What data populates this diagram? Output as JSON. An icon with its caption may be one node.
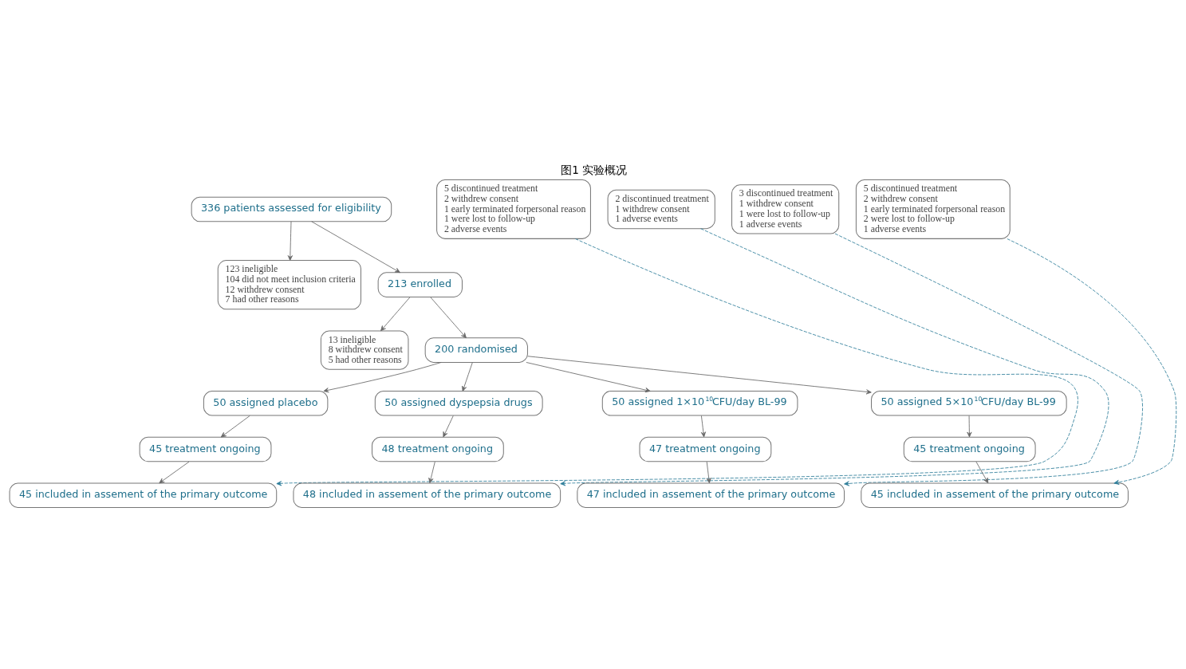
{
  "diagram": {
    "title": "图1 实验概况",
    "nodes": [
      {
        "text": [
          "336 patients assessed for eligibility"
        ]
      },
      {
        "text": [
          "123 ineligible",
          "104 did not meet inclusion criteria",
          "12 withdrew consent",
          "7 had other reasons"
        ]
      },
      {
        "text": [
          "213 enrolled"
        ]
      },
      {
        "text": [
          "13 ineligible",
          "8 withdrew consent",
          "5 had other reasons"
        ]
      },
      {
        "text": [
          "200 randomised"
        ]
      },
      {
        "text": [
          "50 assigned placebo"
        ]
      },
      {
        "text": [
          "50 assigned dyspepsia drugs"
        ]
      },
      {
        "text": [
          "50 assigned 1×10$^{10}$CFU/day BL-99"
        ]
      },
      {
        "text": [
          "50 assigned 5×10$^{10}$CFU/day BL-99"
        ]
      },
      {
        "text": [
          "5 discontinued treatment",
          "2 withdrew consent",
          "1 early terminated forpersonal reason",
          "1 were lost to follow-up",
          "2 adverse events"
        ]
      },
      {
        "text": [
          "2 discontinued treatment",
          "1 withdrew consent",
          "1 adverse events"
        ]
      },
      {
        "text": [
          "3 discontinued treatment",
          "1 withdrew consent",
          "1 were lost to follow-up",
          "1 adverse events"
        ]
      },
      {
        "text": [
          "5 discontinued treatment",
          "2 withdrew consent",
          "1 early terminated forpersonal reason",
          "2 were lost to follow-up",
          "1 adverse events"
        ]
      },
      {
        "text": [
          "45 treatment ongoing"
        ]
      },
      {
        "text": [
          "48 treatment ongoing"
        ]
      },
      {
        "text": [
          "47 treatment ongoing"
        ]
      },
      {
        "text": [
          "45 treatment ongoing"
        ]
      },
      {
        "text": [
          "45 included in assement of the primary outcome"
        ]
      },
      {
        "text": [
          "48 included in assement of the primary outcome"
        ]
      },
      {
        "text": [
          "47 included in assement of the primary outcome"
        ]
      },
      {
        "text": [
          "45 included in assement of the primary outcome"
        ]
      }
    ],
    "edges": [
      {
        "from": 0,
        "to": 2,
        "arrow": "to"
      },
      {
        "from": 0,
        "to": 1,
        "arrow": "to"
      },
      {
        "from": 2,
        "to": 4,
        "arrow": "to"
      },
      {
        "from": 2,
        "to": 3,
        "arrow": "to"
      },
      {
        "from": 4,
        "to": 5,
        "arrow": "to"
      },
      {
        "from": 4,
        "to": 6,
        "arrow": "to"
      },
      {
        "from": 4,
        "to": 7,
        "arrow": "to"
      },
      {
        "from": 4,
        "to": 8,
        "arrow": "to"
      },
      {
        "from": 5,
        "to": 13,
        "arrow": "to"
      },
      {
        "from": 6,
        "to": 14,
        "arrow": "to"
      },
      {
        "from": 7,
        "to": 15,
        "arrow": "to"
      },
      {
        "from": 8,
        "to": 16,
        "arrow": "to"
      },
      {
        "from": 13,
        "to": 17,
        "arrow": "to"
      },
      {
        "from": 14,
        "to": 18,
        "arrow": "to"
      },
      {
        "from": 15,
        "to": 19,
        "arrow": "to"
      },
      {
        "from": 16,
        "to": 20,
        "arrow": "to"
      },
      {
        "from": 9,
        "to": 17,
        "arrow": "to",
        "style": "dashed",
        "color": "#2e7d9a"
      },
      {
        "from": 10,
        "to": 18,
        "arrow": "to",
        "style": "dashed",
        "color": "#2e7d9a"
      },
      {
        "from": 11,
        "to": 19,
        "arrow": "to",
        "style": "dashed",
        "color": "#2e7d9a"
      },
      {
        "from": 12,
        "to": 20,
        "arrow": "to",
        "style": "dashed",
        "color": "#2e7d9a"
      }
    ]
  }
}
